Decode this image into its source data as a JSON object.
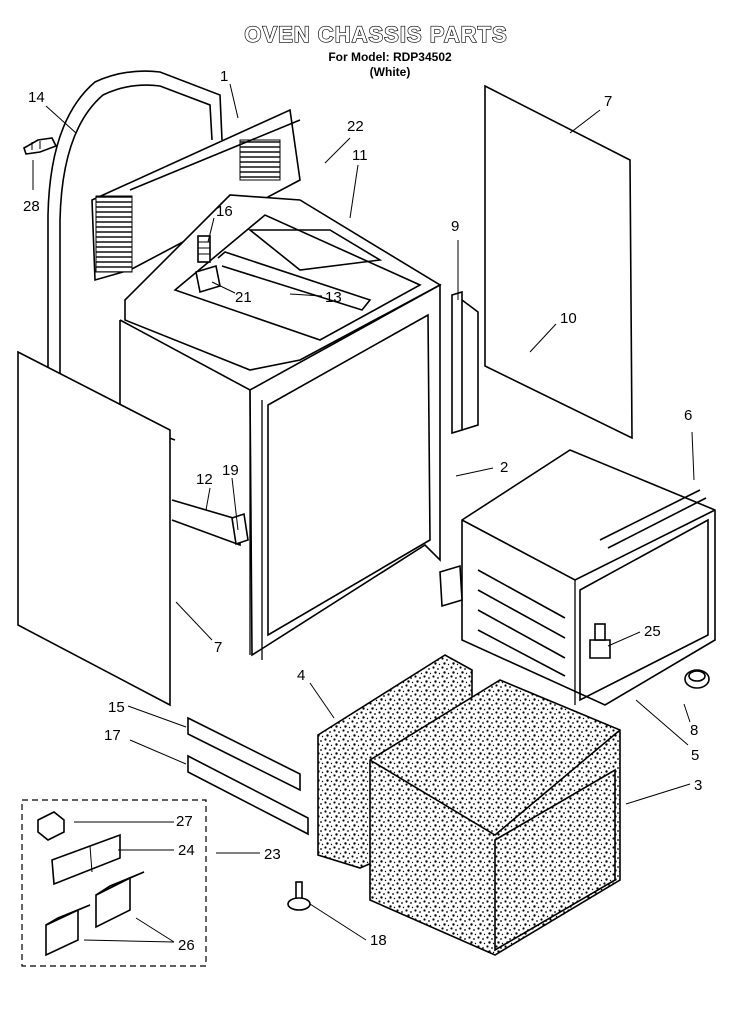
{
  "header": {
    "title": "OVEN CHASSIS PARTS",
    "model_line": "For Model: RDP34502",
    "color_line": "(White)"
  },
  "callouts": {
    "c1": "1",
    "c2": "2",
    "c3": "3",
    "c4": "4",
    "c5": "5",
    "c6": "6",
    "c7a": "7",
    "c7b": "7",
    "c8": "8",
    "c9": "9",
    "c10": "10",
    "c11": "11",
    "c12": "12",
    "c13": "13",
    "c14": "14",
    "c15": "15",
    "c16": "16",
    "c17": "17",
    "c18": "18",
    "c19": "19",
    "c21": "21",
    "c22": "22",
    "c23": "23",
    "c24": "24",
    "c25": "25",
    "c26": "26",
    "c27": "27",
    "c28": "28"
  }
}
